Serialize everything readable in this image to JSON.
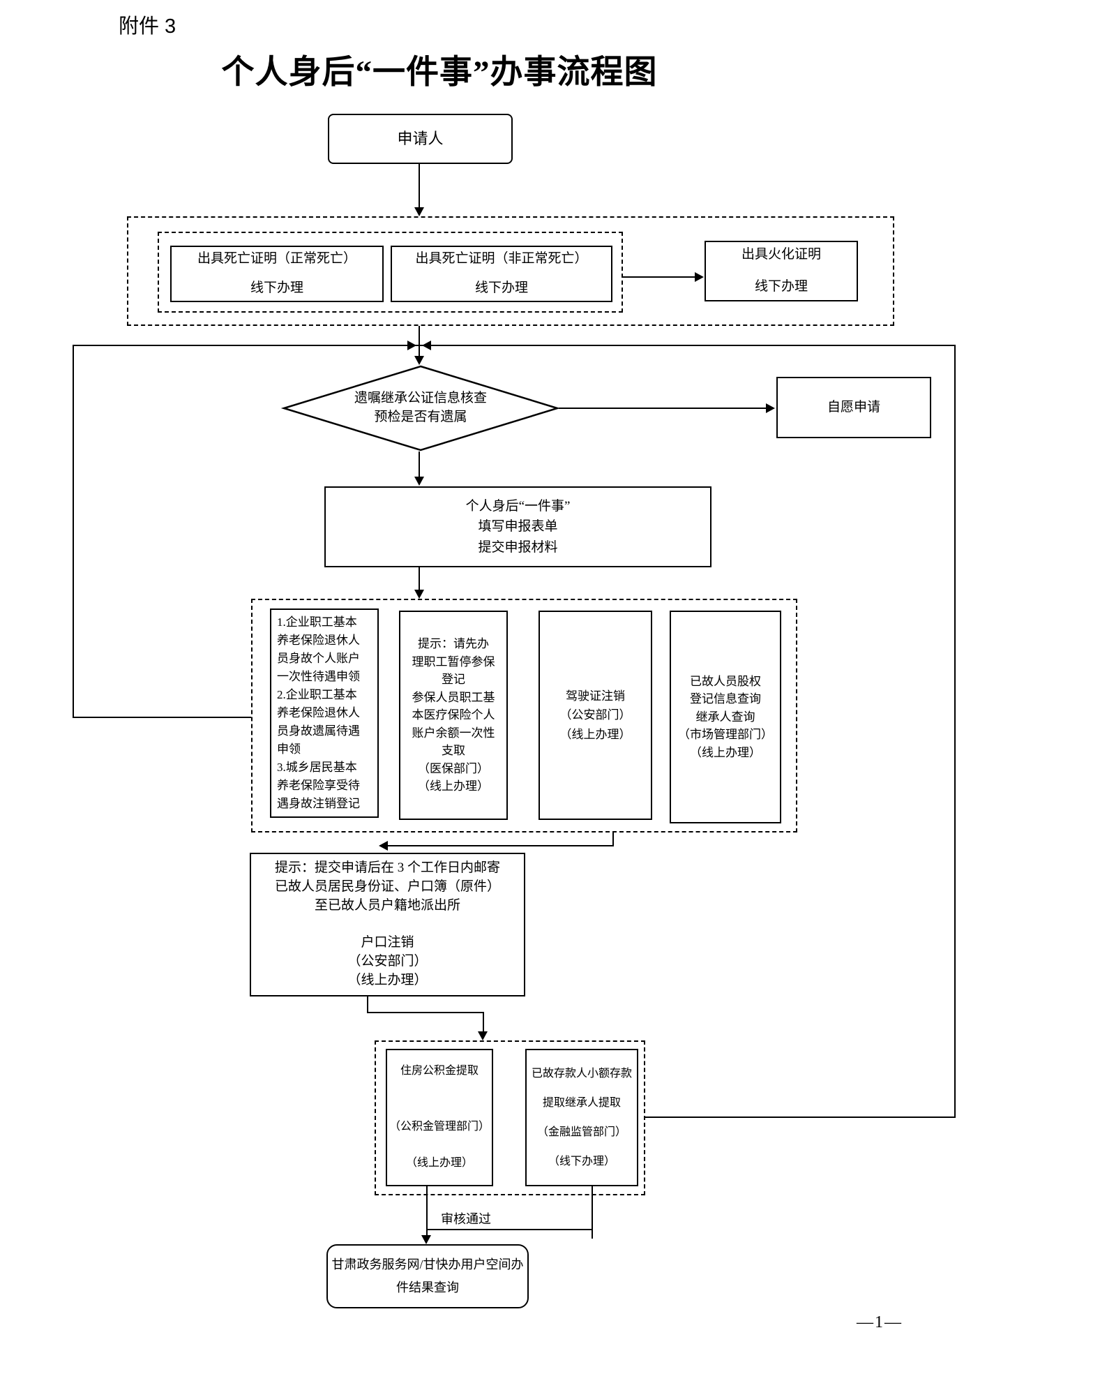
{
  "page": {
    "attachment_label": "附件 3",
    "title": "个人身后“一件事”办事流程图",
    "page_number": "—1—"
  },
  "nodes": {
    "applicant": "申请人",
    "death_cert_normal": "出具死亡证明（正常死亡）\n\n线下办理",
    "death_cert_abnormal": "出具死亡证明（非正常死亡）\n\n线下办理",
    "cremation_cert": "出具火化证明\n\n线下办理",
    "notary_check": "遗嘱继承公证信息核查\n预检是否有遗属",
    "voluntary_apply": "自愿申请",
    "declare": "个人身后“一件事”\n填写申报表单\n提交申报材料",
    "pension_tasks": "1.企业职工基本\n养老保险退休人\n员身故个人账户\n一次性待遇申领\n2.企业职工基本\n养老保险退休人\n员身故遗属待遇\n申领\n3.城乡居民基本\n养老保险享受待\n遇身故注销登记",
    "medical_tasks": "提示：请先办\n理职工暂停参保\n登记\n参保人员职工基\n本医疗保险个人\n账户余额一次性\n支取\n（医保部门）\n（线上办理）",
    "license_cancel": "驾驶证注销\n（公安部门）\n（线上办理）",
    "equity_query": "已故人员股权\n登记信息查询\n继承人查询\n（市场管理部门）\n（线上办理）",
    "household_notice": "提示：提交申请后在 3 个工作日内邮寄\n已故人员居民身份证、户口簿（原件）\n至已故人员户籍地派出所\n\n户口注销\n（公安部门）\n（线上办理）",
    "housing_fund": "住房公积金提取\n\n\n（公积金管理部门）\n\n（线上办理）",
    "small_deposit": "已故存款人小额存款\n\n提取继承人提取\n\n（金融监管部门）\n\n（线下办理）",
    "result_query": "甘肃政务服务网/甘快办用户空间办\n件结果查询",
    "approve_label": "审核通过"
  }
}
